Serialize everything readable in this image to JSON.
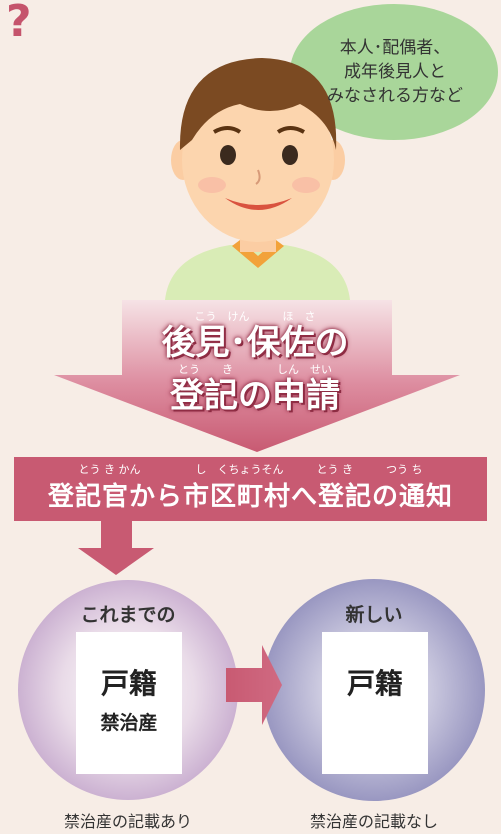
{
  "question_icon": "?",
  "bubble": {
    "lines": [
      "本人･配偶者、",
      "成年後見人と",
      "みなされる方など"
    ]
  },
  "application": {
    "ruby_line1": "こう　けん　　　ほ　さ",
    "line1": "後見･保佐の",
    "ruby_line2": "とう　　き　　　　しん　せい",
    "line2": "登記の申請"
  },
  "notification": {
    "ruby": "とう き かん　　　　　し　くちょうそん　　　とう き　　　つう ち",
    "text": "登記官から市区町村へ登記の通知"
  },
  "before": {
    "label": "これまでの",
    "doc_title": "戸籍",
    "doc_sub": "禁治産",
    "caption": "禁治産の記載あり"
  },
  "after": {
    "label": "新しい",
    "doc_title": "戸籍",
    "caption": "禁治産の記載なし"
  },
  "colors": {
    "background": "#f7ede6",
    "accent": "#c85a72",
    "bubble": "#a9d69a",
    "circle_before": "#cdb3d4",
    "circle_after": "#9a98c2"
  },
  "icons": [
    "question-mark-icon",
    "person-illustration",
    "down-arrow-icon",
    "right-arrow-icon",
    "document-icon"
  ]
}
